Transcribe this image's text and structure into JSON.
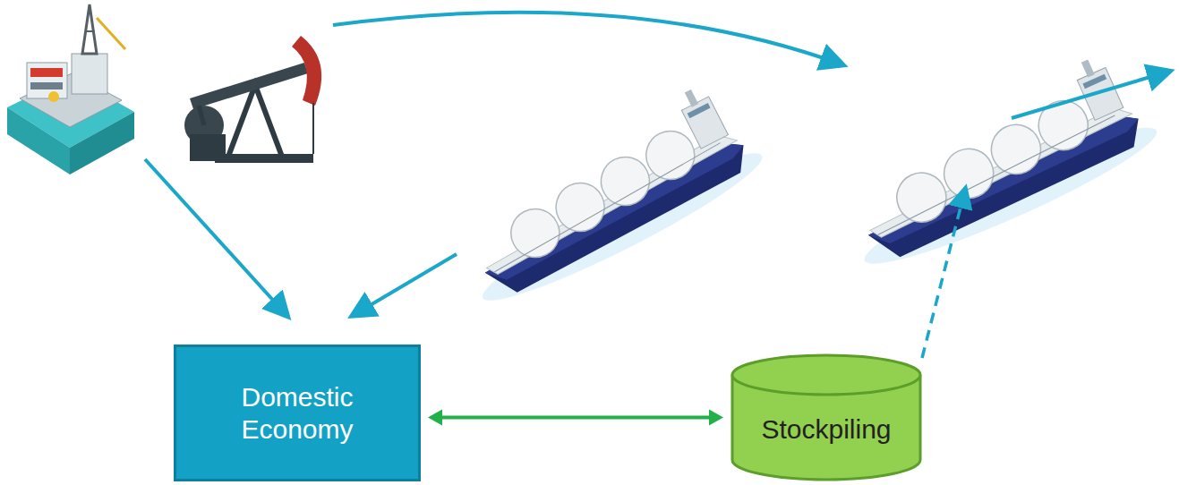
{
  "diagram": {
    "nodes": [
      {
        "text": [
          "Domestic Economy"
        ]
      },
      {
        "text": [
          "Stockpiling"
        ]
      }
    ],
    "edges": [
      {
        "from": 0,
        "to": 1,
        "arrow": "both"
      }
    ]
  }
}
